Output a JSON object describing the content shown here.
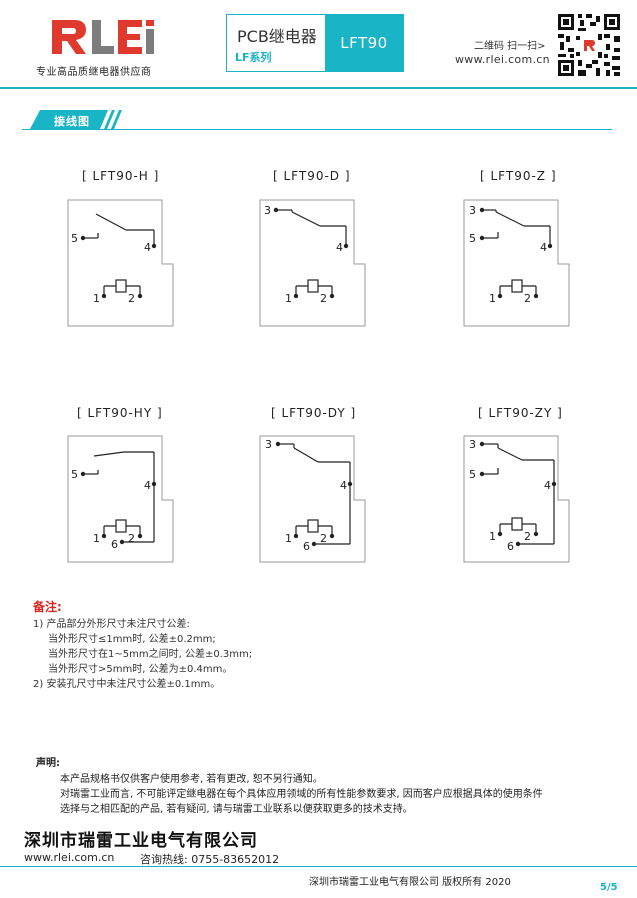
{
  "header": {
    "brand": "RLEi",
    "tagline": "专业高品质继电器供应商",
    "product_name": "PCB继电器",
    "series_name": "LF系列",
    "model": "LFT90",
    "qr_hint": "二维码 扫一扫>",
    "website": "www.rlei.com.cn",
    "colors": {
      "accent": "#19b4c6",
      "logo_red": "#e03a2f",
      "logo_gray": "#7d7d7d"
    }
  },
  "section": {
    "title": "接线图"
  },
  "diagrams": {
    "h": {
      "label": "[ LFT90-H ]",
      "pins": {
        "p5": "5",
        "p4": "4",
        "p1": "1",
        "p2": "2"
      }
    },
    "d": {
      "label": "[ LFT90-D ]",
      "pins": {
        "p3": "3",
        "p4": "4",
        "p1": "1",
        "p2": "2"
      }
    },
    "z": {
      "label": "[ LFT90-Z ]",
      "pins": {
        "p3": "3",
        "p5": "5",
        "p4": "4",
        "p1": "1",
        "p2": "2"
      }
    },
    "hy": {
      "label": "[ LFT90-HY ]",
      "pins": {
        "p5": "5",
        "p4": "4",
        "p1": "1",
        "p2": "2",
        "p6": "6"
      }
    },
    "dy": {
      "label": "[ LFT90-DY ]",
      "pins": {
        "p3": "3",
        "p4": "4",
        "p1": "1",
        "p2": "2",
        "p6": "6"
      }
    },
    "zy": {
      "label": "[ LFT90-ZY ]",
      "pins": {
        "p3": "3",
        "p5": "5",
        "p4": "4",
        "p1": "1",
        "p2": "2",
        "p6": "6"
      }
    }
  },
  "notes": {
    "title": "备注:",
    "lines": [
      "1) 产品部分外形尺寸未注尺寸公差:",
      "当外形尺寸≤1mm时, 公差±0.2mm;",
      "当外形尺寸在1~5mm之间时, 公差±0.3mm;",
      "当外形尺寸>5mm时, 公差为±0.4mm。",
      "2) 安装孔尺寸中未注尺寸公差±0.1mm。"
    ]
  },
  "declaration": {
    "title": "声明:",
    "lines": [
      "本产品规格书仅供客户使用参考, 若有更改, 恕不另行通知。",
      "对瑞雷工业而言, 不可能评定继电器在每个具体应用领域的所有性能参数要求, 因而客户应根据具体的使用条件",
      "选择与之相匹配的产品, 若有疑问, 请与瑞雷工业联系以便获取更多的技术支持。"
    ]
  },
  "footer": {
    "company": "深圳市瑞雷工业电气有限公司",
    "website": "www.rlei.com.cn",
    "hotline": "咨询热线: 0755-83652012",
    "copyright": "深圳市瑞雷工业电气有限公司      版权所有      2020",
    "page": "5/5"
  }
}
